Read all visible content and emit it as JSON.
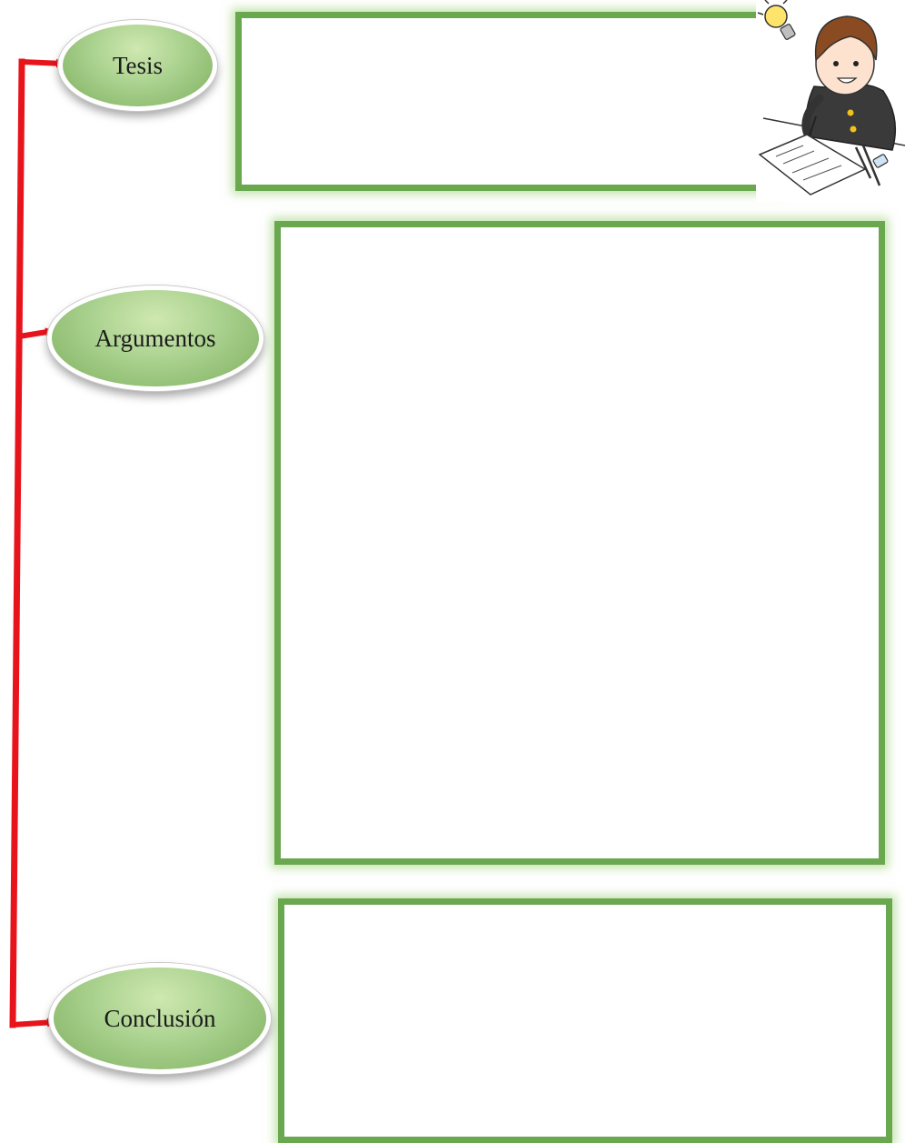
{
  "nodes": {
    "tesis": "Tesis",
    "argumentos": "Argumentos",
    "conclusion": "Conclusión"
  },
  "colors": {
    "connector": "#e8141c",
    "box_border": "#6aa84f",
    "node_fill": "#a9d18e"
  },
  "illustration": {
    "icons": [
      "lightbulb-icon",
      "student-writing-icon"
    ]
  }
}
